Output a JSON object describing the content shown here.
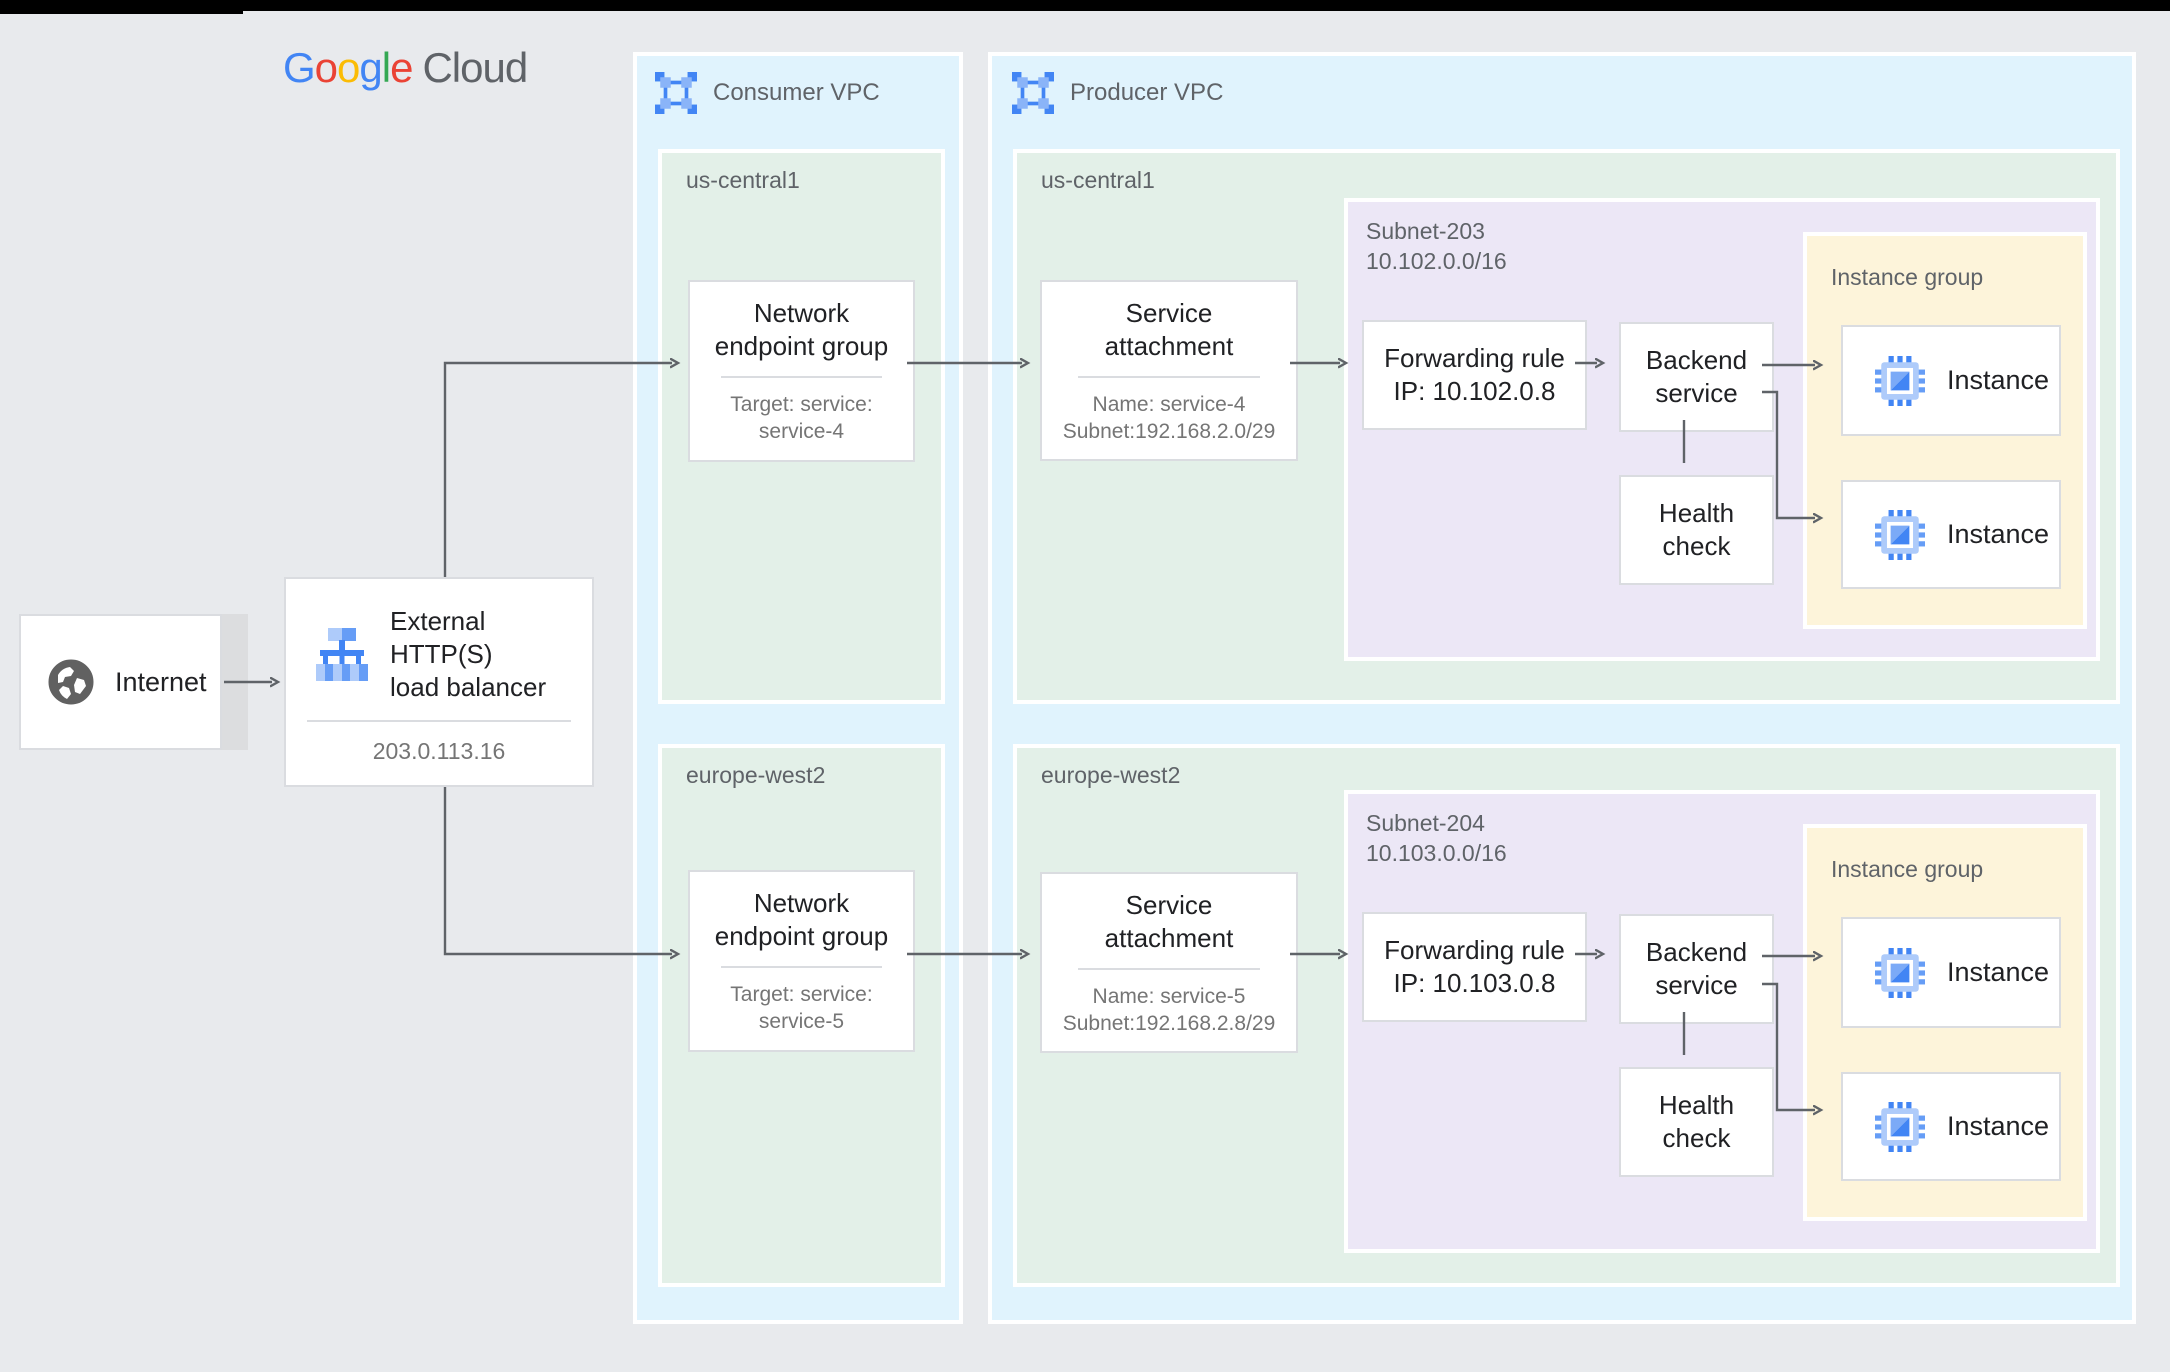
{
  "logo": {
    "g1": "G",
    "g2": "o",
    "g3": "o",
    "g4": "g",
    "g5": "l",
    "g6": "e",
    "cloud": "Cloud"
  },
  "internet": {
    "label": "Internet"
  },
  "load_balancer": {
    "line1": "External HTTP(S)",
    "line2": "load balancer",
    "ip": "203.0.113.16"
  },
  "consumer_vpc": {
    "label": "Consumer VPC",
    "regions": [
      {
        "name": "us-central1",
        "neg": {
          "line1": "Network",
          "line2": "endpoint group",
          "sub1": "Target: service:",
          "sub2": "service-4"
        }
      },
      {
        "name": "europe-west2",
        "neg": {
          "line1": "Network",
          "line2": "endpoint group",
          "sub1": "Target: service:",
          "sub2": "service-5"
        }
      }
    ]
  },
  "producer_vpc": {
    "label": "Producer VPC",
    "regions": [
      {
        "name": "us-central1",
        "service_attachment": {
          "line1": "Service",
          "line2": "attachment",
          "sub1": "Name: service-4",
          "sub2": "Subnet:192.168.2.0/29"
        },
        "subnet": {
          "name": "Subnet-203",
          "cidr": "10.102.0.0/16"
        },
        "forwarding_rule": {
          "line1": "Forwarding rule",
          "line2": "IP: 10.102.0.8"
        },
        "backend_service": {
          "line1": "Backend",
          "line2": "service"
        },
        "health_check": {
          "line1": "Health",
          "line2": "check"
        },
        "instance_group": {
          "label": "Instance group",
          "instances": [
            {
              "label": "Instance"
            },
            {
              "label": "Instance"
            }
          ]
        }
      },
      {
        "name": "europe-west2",
        "service_attachment": {
          "line1": "Service",
          "line2": "attachment",
          "sub1": "Name: service-5",
          "sub2": "Subnet:192.168.2.8/29"
        },
        "subnet": {
          "name": "Subnet-204",
          "cidr": "10.103.0.0/16"
        },
        "forwarding_rule": {
          "line1": "Forwarding rule",
          "line2": "IP: 10.103.0.8"
        },
        "backend_service": {
          "line1": "Backend",
          "line2": "service"
        },
        "health_check": {
          "line1": "Health",
          "line2": "check"
        },
        "instance_group": {
          "label": "Instance group",
          "instances": [
            {
              "label": "Instance"
            },
            {
              "label": "Instance"
            }
          ]
        }
      }
    ]
  },
  "icons": {
    "internet": "globe-icon",
    "load_balancer": "load-balancer-tree-icon",
    "vpc": "vpc-frame-icon",
    "instance": "compute-chip-icon"
  },
  "colors": {
    "canvas_bg": "#e8eaed",
    "vpc_bg": "#e0f3fd",
    "region_bg": "#e3f0e8",
    "subnet_bg": "#ece7f6",
    "instance_group_bg": "#fdf4da",
    "card_border": "#dadce0",
    "arrow": "#5f6368",
    "text_dark": "#202124",
    "text_gray": "#5f6368",
    "text_subtle": "#757575",
    "google_blue": "#4285F4",
    "google_red": "#EA4335",
    "google_yellow": "#FBBC05",
    "google_green": "#34A853"
  }
}
